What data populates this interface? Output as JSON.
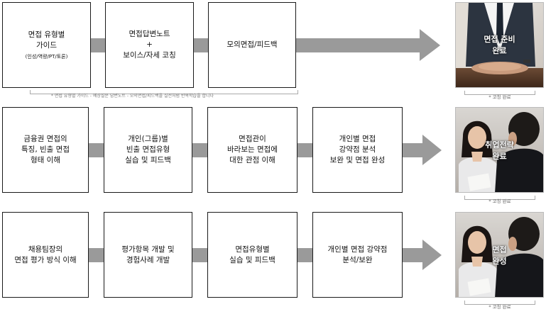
{
  "row1": {
    "steps": [
      {
        "lines": [
          "면접 유형별",
          "가이드"
        ],
        "small": "(인성/역량/PT/토론)"
      },
      {
        "lines": [
          "면접답변노트",
          "+",
          "보이스/자세 코칭"
        ]
      },
      {
        "lines": [
          "모의면접/피드백"
        ]
      }
    ],
    "result": {
      "lines": [
        "면접 준비",
        "완료"
      ]
    },
    "note": "* 면접 유형별 가이드 - 예상질문 답변노트 - 모의면접/피드백을 실전처럼 반복학습을 합니다",
    "coach": "* 코칭 완료"
  },
  "row2": {
    "steps": [
      {
        "lines": [
          "금융권 면접의",
          "특징, 빈출 면접",
          "형태 이해"
        ]
      },
      {
        "lines": [
          "개인(그룹)별",
          "빈출 면접유형",
          "실습 및 피드백"
        ]
      },
      {
        "lines": [
          "면접관이",
          "바라보는 면접에",
          "대한 관점 이해"
        ]
      },
      {
        "lines": [
          "개인별 면접",
          "강약점 분석",
          "보완 및 면접 완성"
        ]
      }
    ],
    "result": {
      "lines": [
        "취업전략",
        "완료"
      ]
    },
    "coach": "* 코칭 완료"
  },
  "row3": {
    "steps": [
      {
        "lines": [
          "채용팀장의",
          "면접 평가 방식 이해"
        ]
      },
      {
        "lines": [
          "평가항목 개발 및",
          "경험사례 개발"
        ]
      },
      {
        "lines": [
          "면접유형별",
          "실습 및 피드백"
        ]
      },
      {
        "lines": [
          "개인별 면접 강약점",
          "분석/보완"
        ]
      }
    ],
    "result": {
      "lines": [
        "면접",
        "완성"
      ]
    },
    "coach": "* 코칭 완료"
  },
  "colors": {
    "arrow": "#9a9a9a",
    "border": "#1a1a1a"
  }
}
